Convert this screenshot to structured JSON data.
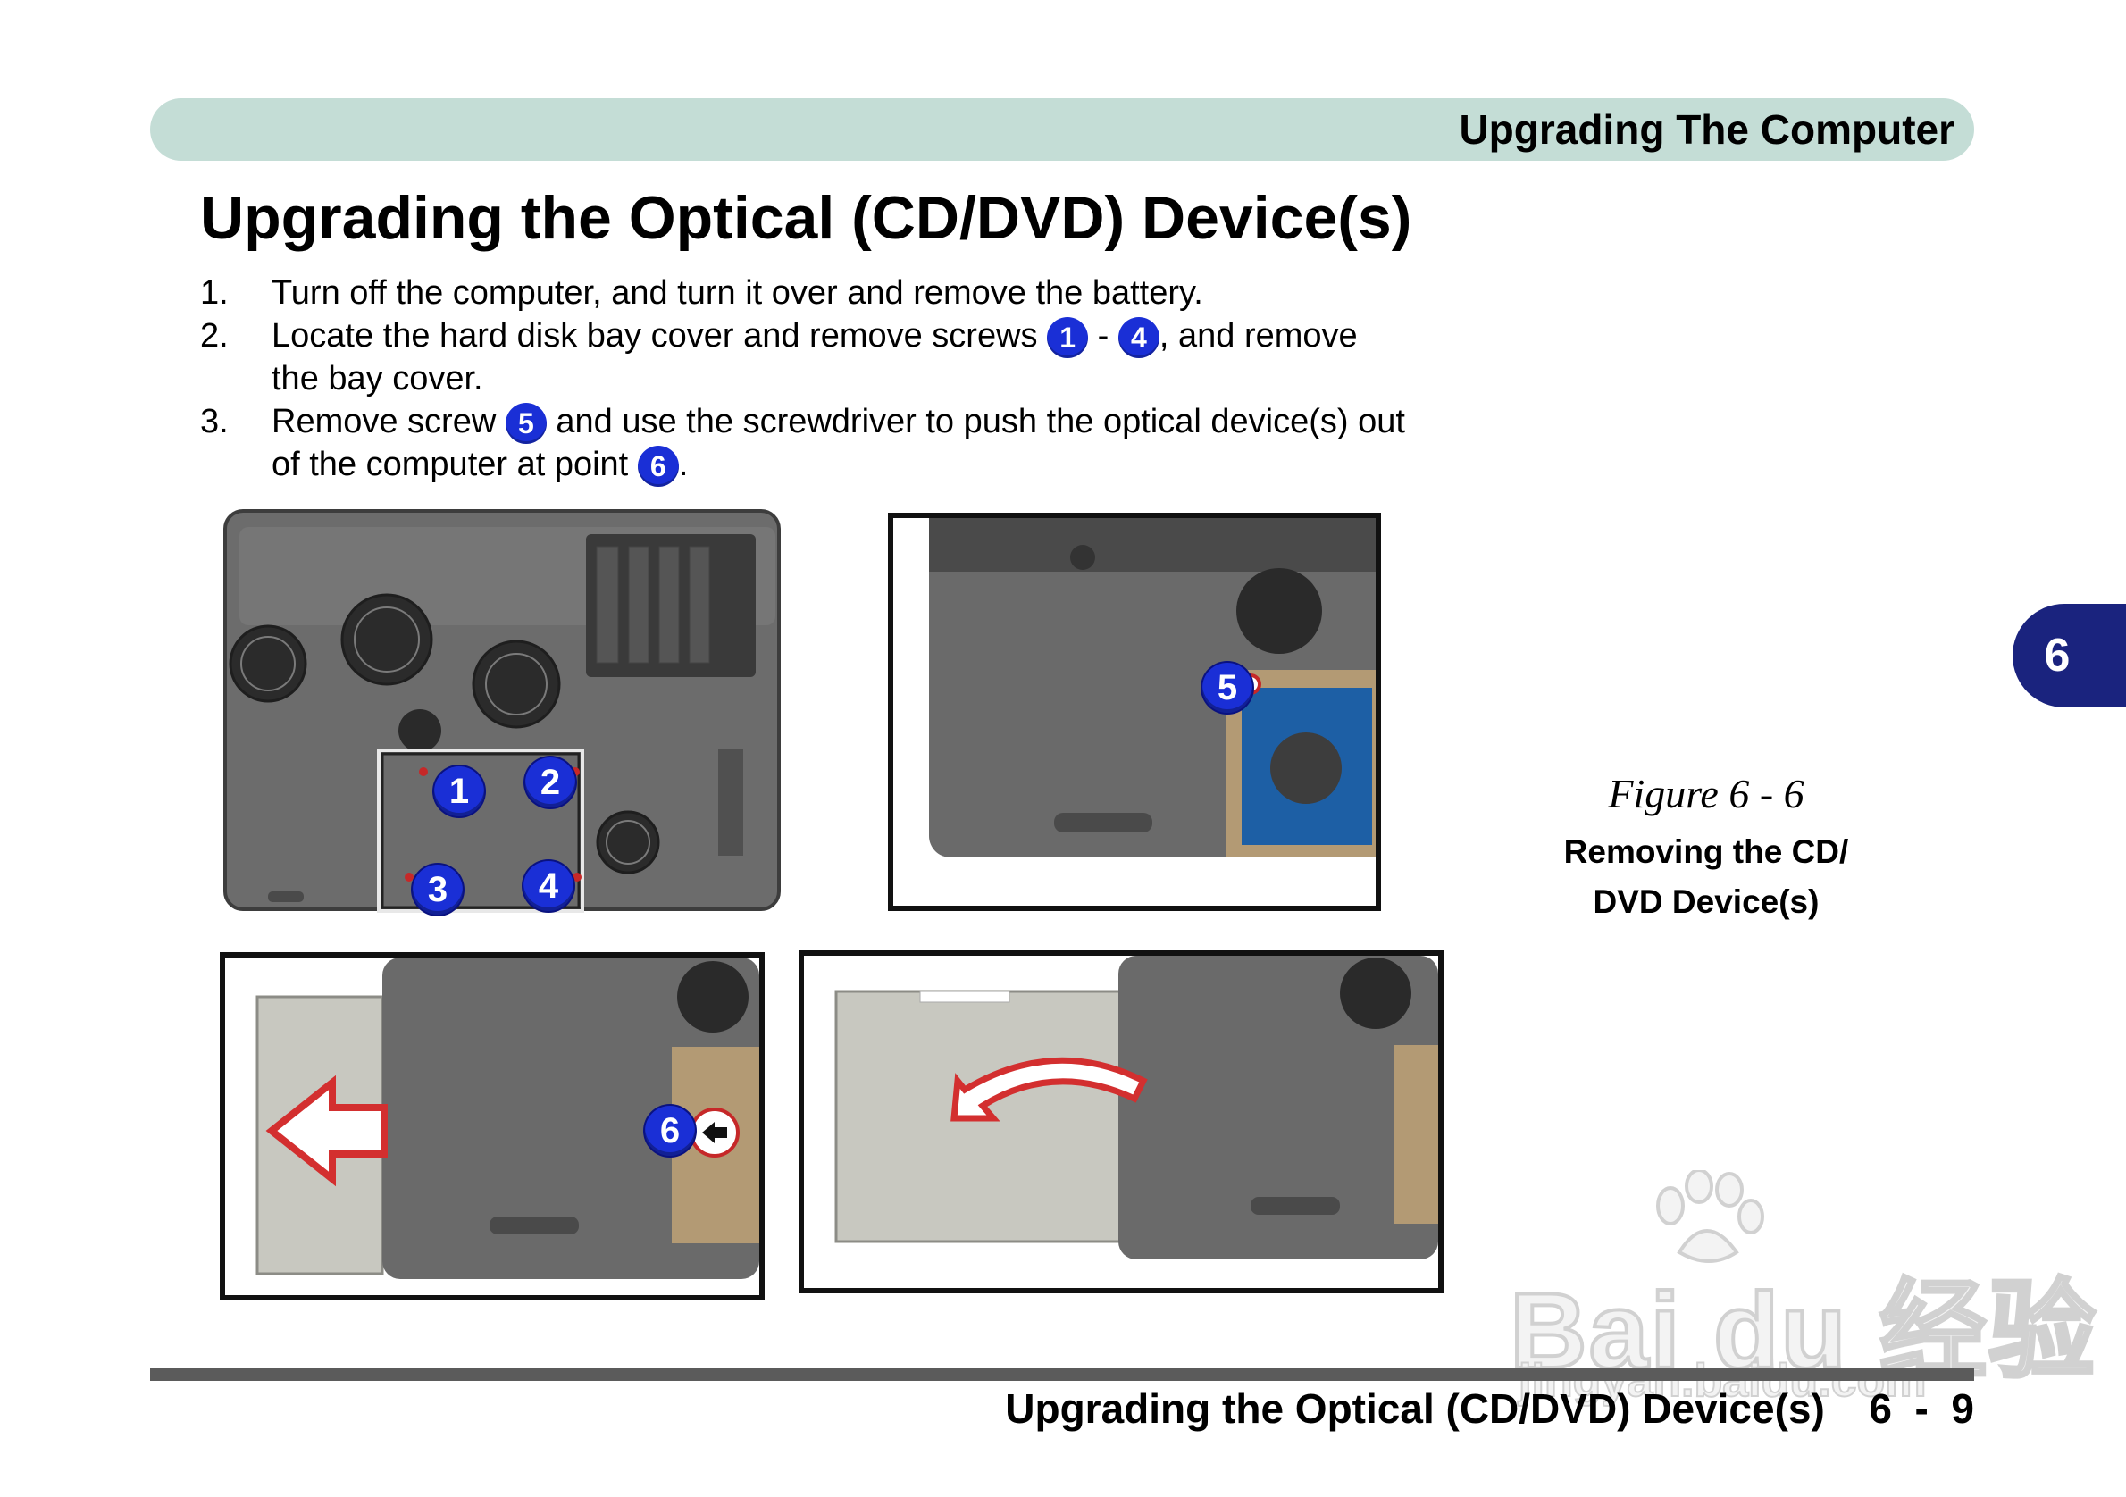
{
  "header": {
    "section_title": "Upgrading The Computer"
  },
  "page_title": "Upgrading the Optical (CD/DVD) Device(s)",
  "steps": [
    {
      "number": "1.",
      "line1": "Turn off the computer, and turn it over and remove the battery."
    },
    {
      "number": "2.",
      "line1_a": "Locate the hard disk bay cover and remove screws ",
      "badge_a": "1",
      "sep": " - ",
      "badge_b": "4",
      "line1_b": ", and remove",
      "line2": "the bay cover."
    },
    {
      "number": "3.",
      "line1_a": "Remove screw ",
      "badge_a": "5",
      "line1_b": " and use the screwdriver to push the optical device(s) out",
      "line2_a": "of the computer at point ",
      "badge_b": "6",
      "line2_b": "."
    }
  ],
  "chapter_tab": "6",
  "figure": {
    "number": "Figure 6 - 6",
    "caption_line1": "Removing the CD/",
    "caption_line2": "DVD Device(s)"
  },
  "callouts": {
    "c1": "1",
    "c2": "2",
    "c3": "3",
    "c4": "4",
    "c5": "5",
    "c6": "6"
  },
  "footer": {
    "title": "Upgrading the Optical (CD/DVD) Device(s)",
    "page": "6  -  9"
  },
  "watermark": {
    "brand": "Bai du 经验",
    "url": "jingyan.baidu.com"
  },
  "colors": {
    "header_bg": "#c4ddd6",
    "badge_blue": "#1a2fd6",
    "tab_navy": "#1a237e",
    "laptop_gray": "#6a6a6a"
  }
}
